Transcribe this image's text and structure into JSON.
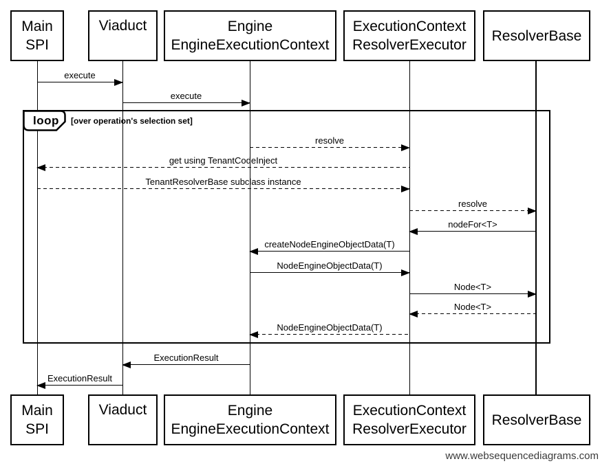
{
  "participants": [
    {
      "name": "Main SPI",
      "line1": "Main",
      "line2": "SPI"
    },
    {
      "name": "Viaduct",
      "line1": "Viaduct"
    },
    {
      "name": "Engine EngineExecutionContext",
      "line1": "Engine",
      "line2": "EngineExecutionContext"
    },
    {
      "name": "ExecutionContext ResolverExecutor",
      "line1": "ExecutionContext",
      "line2": "ResolverExecutor"
    },
    {
      "name": "ResolverBase",
      "line1": "ResolverBase"
    }
  ],
  "loop_fragment": {
    "operator": "loop",
    "guard": "[over operation's selection set]"
  },
  "messages": [
    {
      "label": "execute",
      "from": "Main SPI",
      "to": "Viaduct",
      "line": "solid",
      "direction": "right"
    },
    {
      "label": "execute",
      "from": "Viaduct",
      "to": "Engine EngineExecutionContext",
      "line": "solid",
      "direction": "right"
    },
    {
      "label": "resolve",
      "from": "Engine EngineExecutionContext",
      "to": "ExecutionContext ResolverExecutor",
      "line": "dashed",
      "direction": "right"
    },
    {
      "label": "get using TenantCodeInject",
      "from": "ExecutionContext ResolverExecutor",
      "to": "Main SPI",
      "line": "dashed",
      "direction": "left"
    },
    {
      "label": "TenantResolverBase subclass instance",
      "from": "Main SPI",
      "to": "ExecutionContext ResolverExecutor",
      "line": "dashed",
      "direction": "right"
    },
    {
      "label": "resolve",
      "from": "ExecutionContext ResolverExecutor",
      "to": "ResolverBase",
      "line": "dashed",
      "direction": "right"
    },
    {
      "label": "nodeFor<T>",
      "from": "ResolverBase",
      "to": "ExecutionContext ResolverExecutor",
      "line": "solid",
      "direction": "left"
    },
    {
      "label": "createNodeEngineObjectData(T)",
      "from": "ExecutionContext ResolverExecutor",
      "to": "Engine EngineExecutionContext",
      "line": "solid",
      "direction": "left"
    },
    {
      "label": "NodeEngineObjectData(T)",
      "from": "Engine EngineExecutionContext",
      "to": "ExecutionContext ResolverExecutor",
      "line": "solid",
      "direction": "right"
    },
    {
      "label": "Node<T>",
      "from": "ExecutionContext ResolverExecutor",
      "to": "ResolverBase",
      "line": "solid",
      "direction": "right"
    },
    {
      "label": "Node<T>",
      "from": "ResolverBase",
      "to": "ExecutionContext ResolverExecutor",
      "line": "dashed",
      "direction": "left"
    },
    {
      "label": "NodeEngineObjectData(T)",
      "from": "ExecutionContext ResolverExecutor",
      "to": "Engine EngineExecutionContext",
      "line": "dashed",
      "direction": "left"
    },
    {
      "label": "ExecutionResult",
      "from": "Engine EngineExecutionContext",
      "to": "Viaduct",
      "line": "solid",
      "direction": "left"
    },
    {
      "label": "ExecutionResult",
      "from": "Viaduct",
      "to": "Main SPI",
      "line": "solid",
      "direction": "left"
    }
  ],
  "watermark": "www.websequencediagrams.com",
  "colors": {
    "line": "#000000",
    "background": "#ffffff",
    "watermark": "#3a3a3a"
  }
}
